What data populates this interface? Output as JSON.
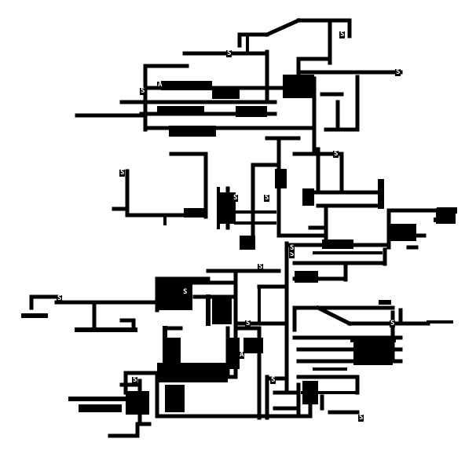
{
  "game": {
    "type": "ascii-style maze map",
    "colors": {
      "wall": "#000000",
      "floor": "#ffffff"
    },
    "labels": [
      "S",
      "S",
      "S",
      "S",
      "S",
      "S",
      "S",
      "S",
      "S",
      "S",
      "S",
      "S",
      "S",
      "S",
      "S",
      "S",
      "S",
      "S",
      "S",
      "A",
      "A"
    ]
  }
}
